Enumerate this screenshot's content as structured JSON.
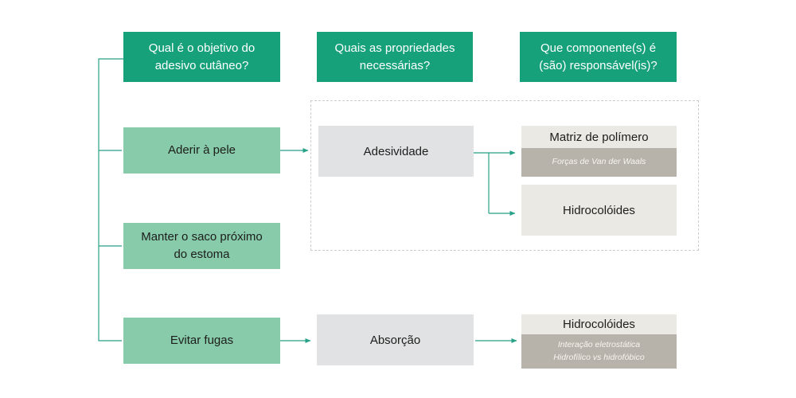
{
  "colors": {
    "header_green": "#17a17b",
    "light_green": "#87cbaa",
    "light_gray": "#e0e2e4",
    "beige": "#ebe9e4",
    "band_gray": "#b8b3aa",
    "connector": "#27a088",
    "text_dark": "#1d1d1b",
    "text_light": "#f7f5f1"
  },
  "headers": [
    {
      "label": "Qual é o objetivo do adesivo cutâneo?"
    },
    {
      "label": "Quais as propriedades necessárias?"
    },
    {
      "label": "Que componente(s) é (são) responsável(is)?"
    }
  ],
  "objectives": [
    {
      "label": "Aderir à pele"
    },
    {
      "label": "Manter o saco próximo do estoma"
    },
    {
      "label": "Evitar fugas"
    }
  ],
  "properties": [
    {
      "label": "Adesividade"
    },
    {
      "label": "Absorção"
    }
  ],
  "components": [
    {
      "label": "Matriz de polímero",
      "mechanism": "Forças de Van der Waals"
    },
    {
      "label": "Hidrocolóides"
    },
    {
      "label": "Hidrocolóides",
      "mechanism_lines": [
        "Interação eletrostática",
        "Hidrofílico vs hidrofóbico"
      ]
    }
  ]
}
